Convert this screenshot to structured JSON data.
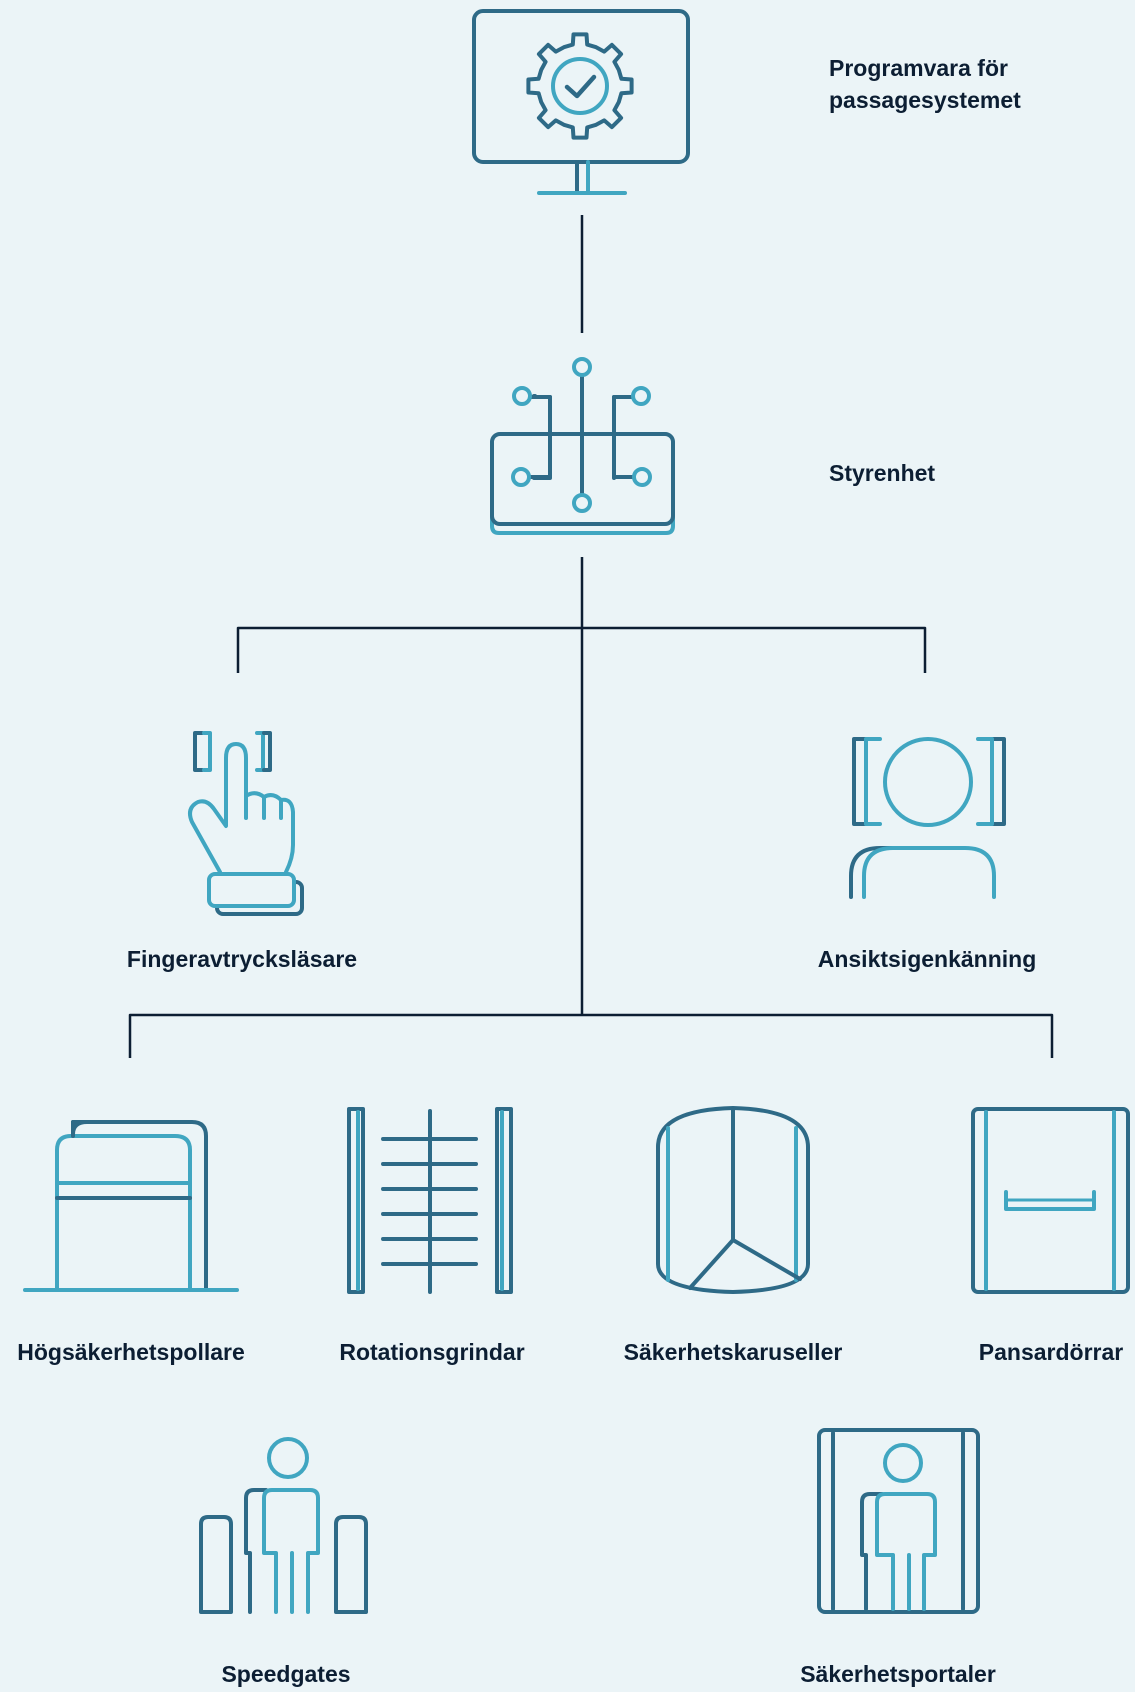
{
  "colors": {
    "background": "#ebf4f7",
    "icon_dark": "#2e6a87",
    "icon_light": "#40a6c1",
    "line": "#0c1e33",
    "text": "#0c1e33"
  },
  "nodes": {
    "software": {
      "label": "Programvara för passagesystemet",
      "icon": "monitor-gear-check-icon"
    },
    "controller": {
      "label": "Styrenhet",
      "icon": "circuit-controller-icon"
    },
    "fingerprint": {
      "label": "Fingeravtrycksläsare",
      "icon": "fingerprint-hand-icon"
    },
    "face": {
      "label": "Ansiktsigenkänning",
      "icon": "face-scan-icon"
    },
    "bollards": {
      "label": "Högsäkerhetspollare",
      "icon": "bollard-icon"
    },
    "turnstiles": {
      "label": "Rotationsgrindar",
      "icon": "turnstile-icon"
    },
    "carousels": {
      "label": "Säkerhetskaruseller",
      "icon": "revolving-door-icon"
    },
    "armored_doors": {
      "label": "Pansardörrar",
      "icon": "armored-door-icon"
    },
    "speedgates": {
      "label": "Speedgates",
      "icon": "speedgate-icon"
    },
    "portals": {
      "label": "Säkerhetsportaler",
      "icon": "security-portal-icon"
    }
  }
}
